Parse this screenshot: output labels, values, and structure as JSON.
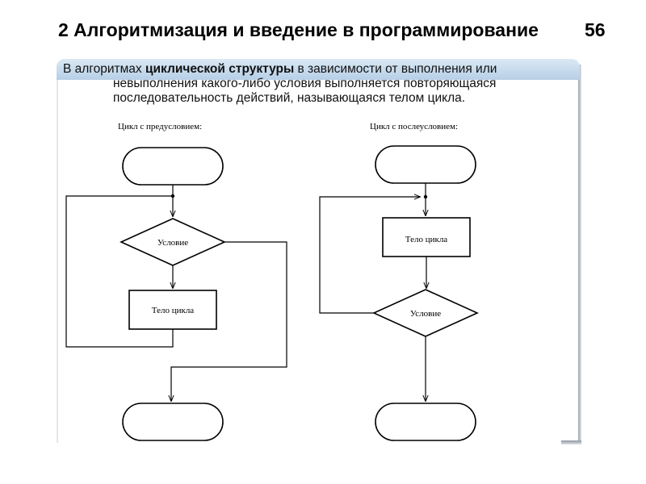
{
  "slide": {
    "title": "2 Алгоритмизация и введение в программирование",
    "number": "56"
  },
  "description": {
    "line1_before": "В алгоритмах ",
    "line1_bold": "циклической структуры",
    "line1_after": " в зависимости от выполнения или",
    "line2": "невыполнения какого-либо условия выполняется повторяющаяся",
    "line3": "последовательность действий, называющаяся телом цикла."
  },
  "diagram": {
    "precondition": {
      "caption": "Цикл с предусловием:",
      "condition_label": "Условие",
      "body_label": "Тело цикла"
    },
    "postcondition": {
      "caption": "Цикл с послеусловием:",
      "body_label": "Тело цикла",
      "condition_label": "Условие"
    }
  }
}
